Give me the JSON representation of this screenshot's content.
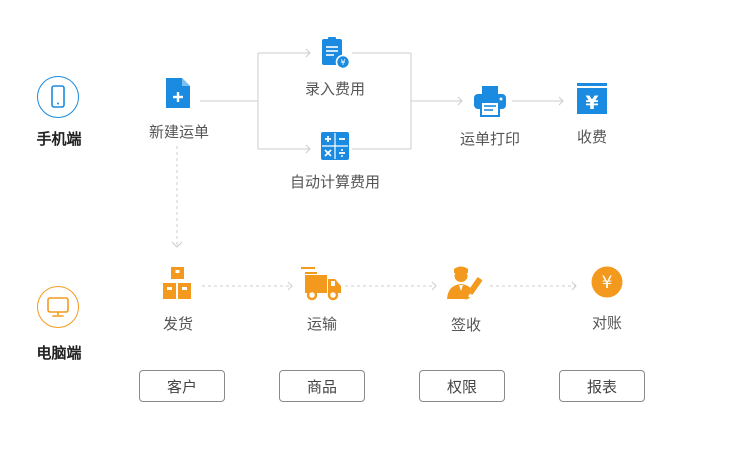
{
  "colors": {
    "mobile_accent": "#1a8be0",
    "desktop_accent": "#f39a1e",
    "line": "#cccccc"
  },
  "mobile": {
    "label": "手机端",
    "icon": "smartphone-icon",
    "steps": {
      "new_order": {
        "label": "新建运单",
        "icon": "add-document-icon"
      },
      "enter_fees": {
        "label": "录入费用",
        "icon": "clipboard-yen-icon"
      },
      "auto_calc": {
        "label": "自动计算费用",
        "icon": "calculator-icon"
      },
      "print": {
        "label": "运单打印",
        "icon": "printer-icon"
      },
      "charge": {
        "label": "收费",
        "icon": "yen-receipt-icon"
      }
    }
  },
  "desktop": {
    "label": "电脑端",
    "icon": "monitor-icon",
    "steps": {
      "ship": {
        "label": "发货",
        "icon": "boxes-icon"
      },
      "transport": {
        "label": "运输",
        "icon": "truck-icon"
      },
      "sign": {
        "label": "签收",
        "icon": "person-signing-icon"
      },
      "reconcile": {
        "label": "对账",
        "icon": "yen-coin-icon"
      }
    }
  },
  "buttons": {
    "customer": "客户",
    "goods": "商品",
    "permissions": "权限",
    "reports": "报表"
  }
}
